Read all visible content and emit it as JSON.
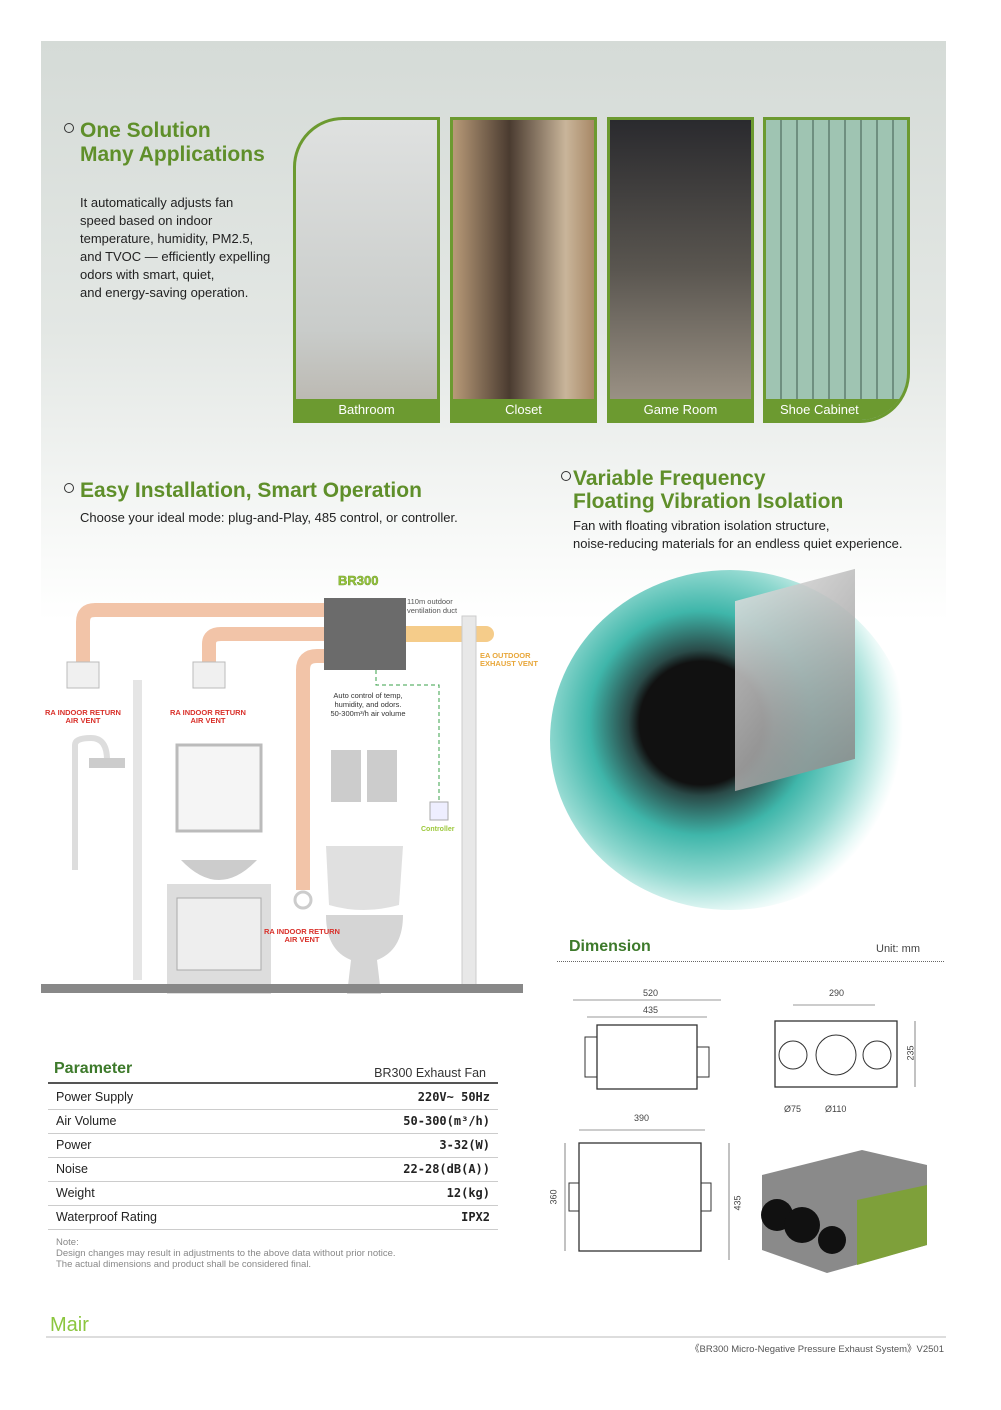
{
  "apps": {
    "title_line1": "One Solution",
    "title_line2": "Many Applications",
    "description": [
      "It automatically adjusts fan",
      "speed based on indoor",
      "temperature, humidity, PM2.5,",
      "and TVOC — efficiently expelling",
      "odors with smart, quiet,",
      "and energy-saving operation."
    ],
    "photos": [
      {
        "label": "Bathroom"
      },
      {
        "label": "Closet"
      },
      {
        "label": "Game Room"
      },
      {
        "label": "Shoe Cabinet"
      }
    ]
  },
  "install": {
    "title": "Easy Installation, Smart Operation",
    "subtitle": "Choose your ideal mode: plug-and-Play, 485 control, or controller.",
    "diagram": {
      "unit": "BR300",
      "duct_note_1": "110m outdoor",
      "duct_note_2": "ventilation duct",
      "ea_1": "EA OUTDOOR",
      "ea_2": "EXHAUST VENT",
      "ra_1": "RA INDOOR RETURN",
      "ra_2": "AIR VENT",
      "auto_1": "Auto control of temp,",
      "auto_2": "humidity, and odors.",
      "auto_3": "50-300m³/h air volume",
      "controller": "Controller"
    }
  },
  "vibration": {
    "title_line1": "Variable Frequency",
    "title_line2": "Floating Vibration Isolation",
    "desc_1": "Fan with floating vibration isolation structure,",
    "desc_2": "noise-reducing materials for an endless quiet experience."
  },
  "parameter": {
    "title": "Parameter",
    "model": "BR300 Exhaust Fan",
    "rows": [
      {
        "k": "Power Supply",
        "v": "220V~ 50Hz"
      },
      {
        "k": "Air Volume",
        "v": "50-300(m³/h)"
      },
      {
        "k": "Power",
        "v": "3-32(W)"
      },
      {
        "k": "Noise",
        "v": "22-28(dB(A))"
      },
      {
        "k": "Weight",
        "v": "12(kg)"
      },
      {
        "k": "Waterproof Rating",
        "v": "IPX2"
      }
    ],
    "note_label": "Note:",
    "note_1": "Design changes may result in adjustments to the above data without prior notice.",
    "note_2": "The actual dimensions and product shall be considered final."
  },
  "dimension": {
    "title": "Dimension",
    "unit": "Unit: mm",
    "d520": "520",
    "d435": "435",
    "d290": "290",
    "d235": "235",
    "d75": "Ø75",
    "d110": "Ø110",
    "d390": "390",
    "d360": "360",
    "d435b": "435"
  },
  "footer": {
    "logo": "Mair",
    "doc": "《BR300 Micro-Negative Pressure Exhaust System》V2501"
  },
  "colors": {
    "green": "#6c9a30",
    "duct": "#f2c4a8",
    "exhaust": "#f5cc8a",
    "red": "#d9312b"
  }
}
